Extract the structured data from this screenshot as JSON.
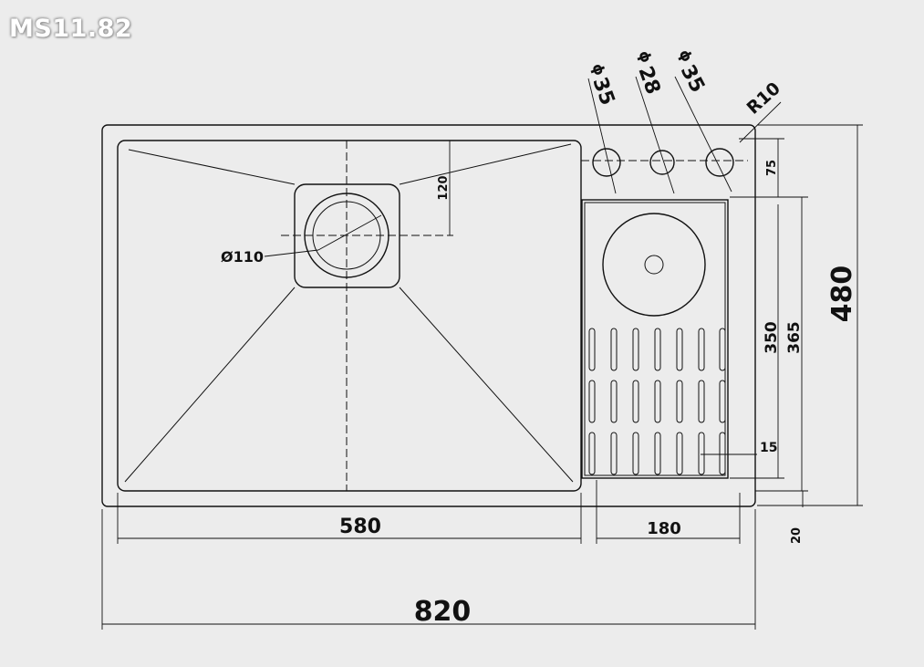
{
  "model": "MS11.82",
  "dimensions": {
    "overall_width": "820",
    "overall_depth": "480",
    "bowl_width": "580",
    "drainer_width": "180",
    "drainer_depth_inner": "350",
    "drainer_depth_outer": "365",
    "tap_zone_depth": "75",
    "rear_offset": "20",
    "slot_margin": "15",
    "drain_offset": "120",
    "drain_diameter": "Ø110",
    "corner_radius": "R10",
    "hole_1": "35",
    "hole_2": "28",
    "hole_3": "35",
    "phi_symbol": "ϕ"
  }
}
